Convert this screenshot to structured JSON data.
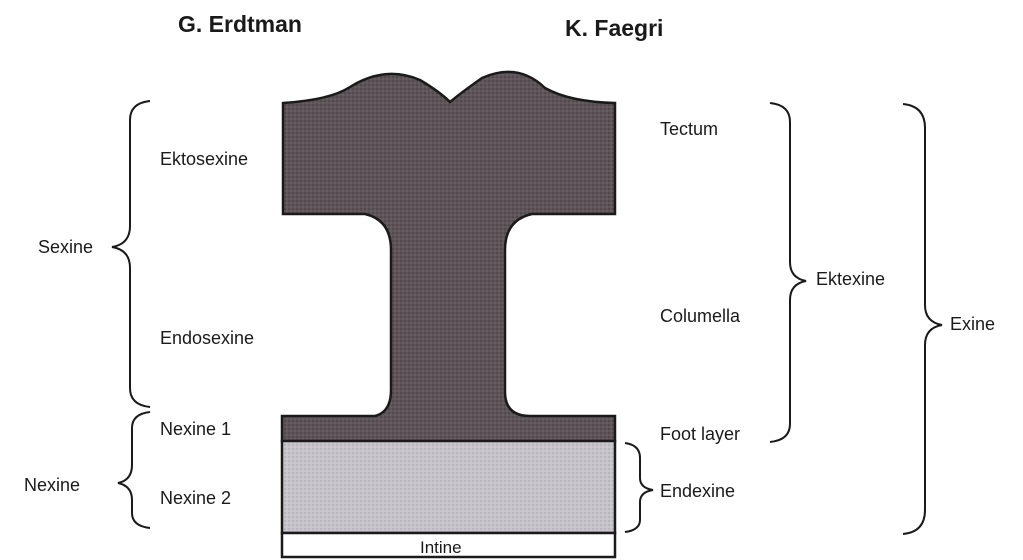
{
  "headers": {
    "left": "G. Erdtman",
    "right": "K. Faegri"
  },
  "erdtman_labels": {
    "ektosexine": "Ektosexine",
    "endosexine": "Endosexine",
    "nexine1": "Nexine 1",
    "nexine2": "Nexine 2",
    "sexine": "Sexine",
    "nexine": "Nexine"
  },
  "faegri_labels": {
    "tectum": "Tectum",
    "columella": "Columella",
    "foot_layer": "Foot layer",
    "endexine": "Endexine",
    "ektexine": "Ektexine",
    "exine": "Exine"
  },
  "layers": {
    "intine": "Intine"
  },
  "colors": {
    "ektexine_fill": "#5f5559",
    "endexine_fill": "#c7c3cb",
    "outline": "#1a1a1a"
  }
}
